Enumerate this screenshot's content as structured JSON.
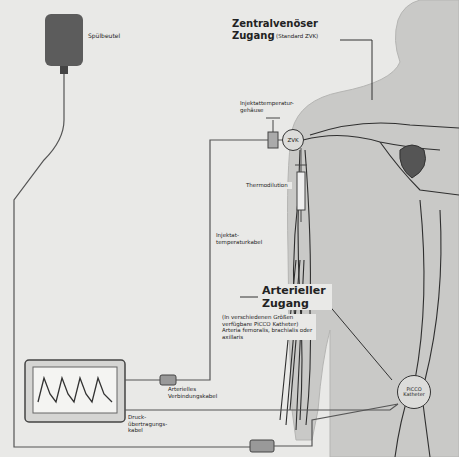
{
  "diagram": {
    "nodes": [
      {
        "text": [
          "ZVK"
        ]
      },
      {
        "text": [
          "PiCCO Katheter"
        ]
      }
    ],
    "labels": [
      "Spülbeutel",
      "Zentralvenöser Zugang",
      "(Standard ZVK)",
      "Injektattemperatur-gehäuse",
      "Thermodilution",
      "Injektat-temperaturkabel",
      "Arterieller Zugang",
      "(In verschiedenen Größen verfügbare PiCCO Katheter) Arteria femoralis, brachialis oder axillaris",
      "Arterielles Verbindungskabel",
      "Druck-übertragungs-kabel"
    ]
  }
}
